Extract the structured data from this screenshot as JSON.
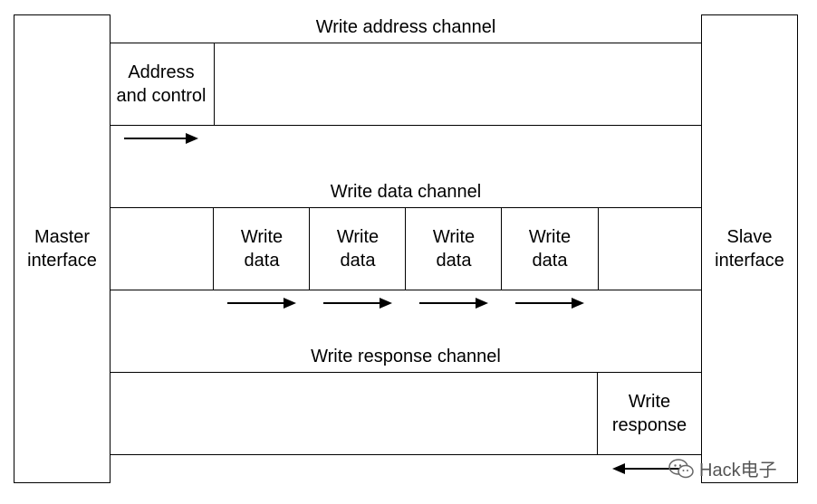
{
  "master": {
    "label": "Master\ninterface"
  },
  "slave": {
    "label": "Slave\ninterface"
  },
  "channels": {
    "write_address": {
      "title": "Write address channel",
      "cells": [
        {
          "label": "Address\nand control"
        }
      ]
    },
    "write_data": {
      "title": "Write data channel",
      "cells": [
        {
          "label": "Write\ndata"
        },
        {
          "label": "Write\ndata"
        },
        {
          "label": "Write\ndata"
        },
        {
          "label": "Write\ndata"
        }
      ]
    },
    "write_response": {
      "title": "Write response channel",
      "cells": [
        {
          "label": "Write\nresponse"
        }
      ]
    }
  },
  "watermark": {
    "text": "Hack电子"
  }
}
